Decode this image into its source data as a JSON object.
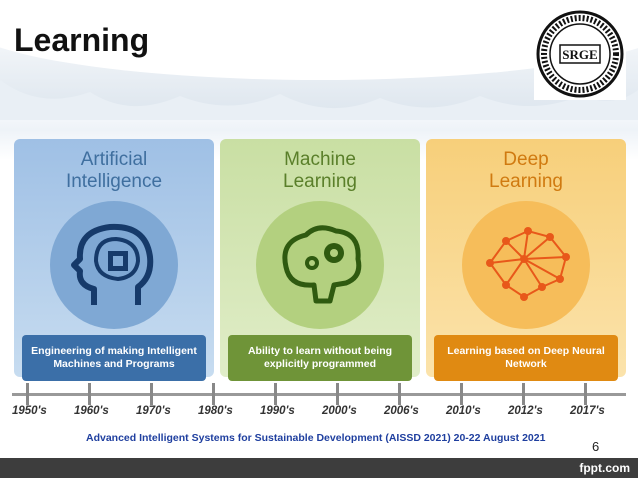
{
  "slide": {
    "title": "Learning",
    "logo_text": "SRGE",
    "footer": "Advanced Intelligent Systems for Sustainable Development (AISSD 2021) 20-22 August 2021",
    "page_number": "6",
    "brand": "fppt.com"
  },
  "columns": [
    {
      "heading": "Artificial\nIntelligence",
      "icon": "head-chip-icon",
      "description": "Engineering of making Intelligent Machines and Programs",
      "color": "#3b6fa8"
    },
    {
      "heading": "Machine\nLearning",
      "icon": "brain-gears-icon",
      "description": "Ability to learn without being explicitly programmed",
      "color": "#6f9438"
    },
    {
      "heading": "Deep\nLearning",
      "icon": "neural-network-brain-icon",
      "description": "Learning based on Deep Neural Network",
      "color": "#e08a12"
    }
  ],
  "timeline": [
    "1950's",
    "1960's",
    "1970's",
    "1980's",
    "1990's",
    "2000's",
    "2006's",
    "2010's",
    "2012's",
    "2017's"
  ]
}
